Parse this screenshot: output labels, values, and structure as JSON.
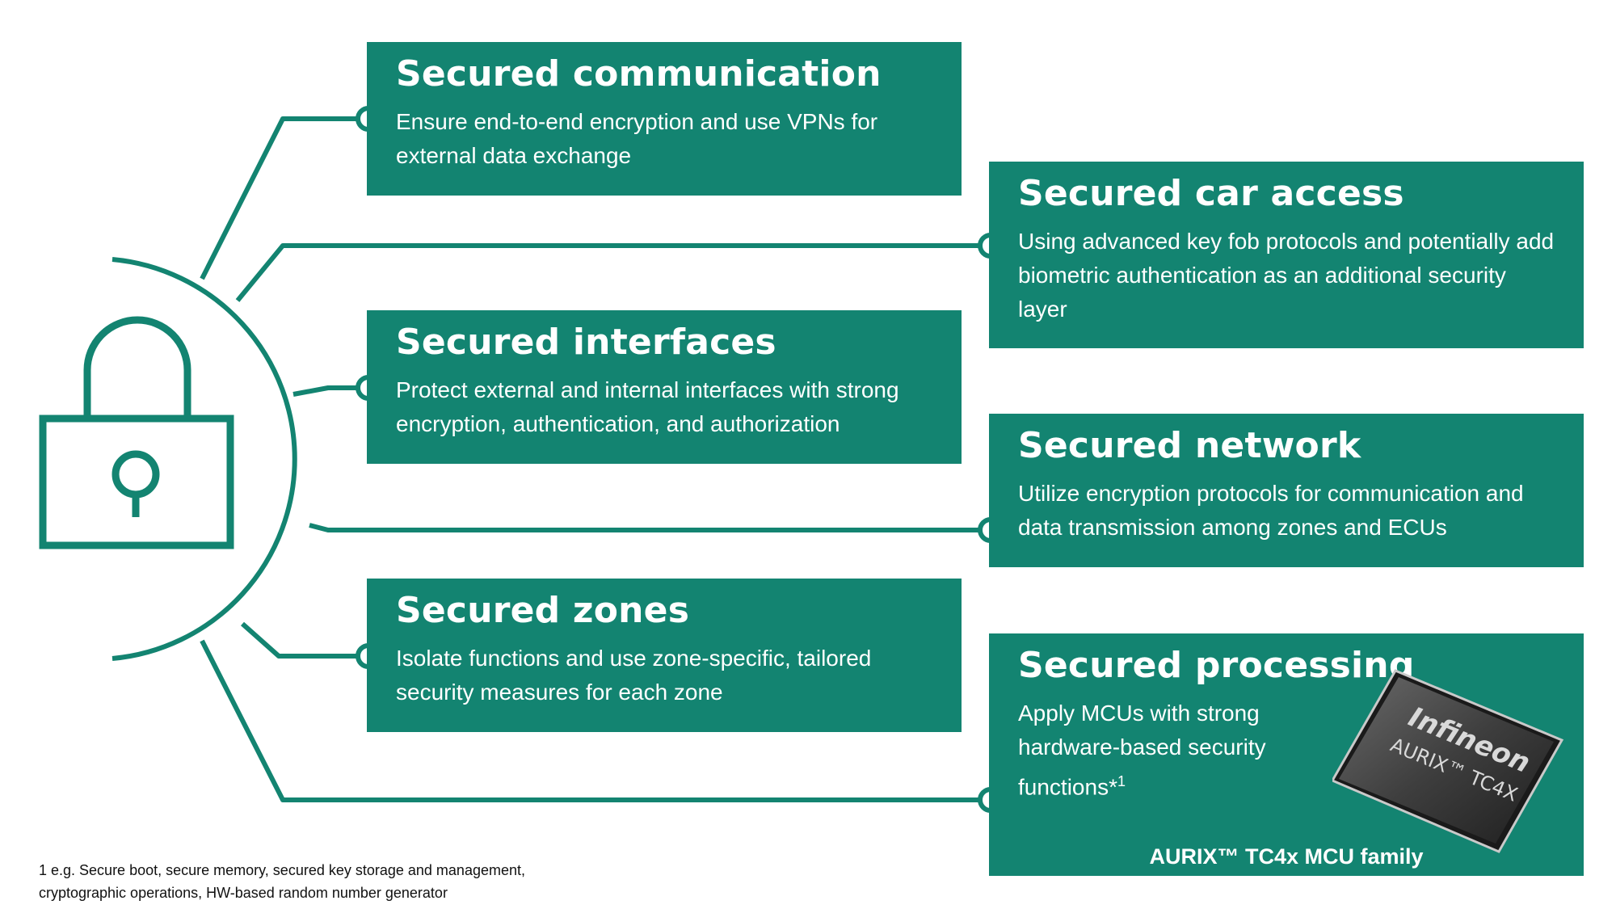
{
  "colors": {
    "accent": "#138471",
    "background": "#ffffff",
    "text_on_accent": "#ffffff"
  },
  "icons": {
    "lock": "padlock-icon",
    "chip": "microcontroller-chip-icon"
  },
  "cards": [
    {
      "id": "communication",
      "title": "Secured communication",
      "description": "Ensure end-to-end encryption and use VPNs for external data exchange"
    },
    {
      "id": "car-access",
      "title": "Secured car access",
      "description": "Using advanced key fob protocols and potentially add biometric authentication as an additional security layer"
    },
    {
      "id": "interfaces",
      "title": "Secured interfaces",
      "description": "Protect external and internal interfaces with strong encryption, authentication, and authorization"
    },
    {
      "id": "network",
      "title": "Secured network",
      "description": "Utilize encryption protocols for communication and data transmission among zones and ECUs"
    },
    {
      "id": "zones",
      "title": "Secured zones",
      "description": "Isolate functions and use zone-specific, tailored security measures for each zone"
    },
    {
      "id": "processing",
      "title": "Secured processing",
      "description": "Apply MCUs with strong hardware-based security functions*",
      "footnote_marker": "1",
      "chip_brand": "Infineon",
      "chip_model": "AURIX™ TC4X",
      "caption": "AURIX™ TC4x MCU family"
    }
  ],
  "footnote": {
    "line1": "1 e.g. Secure boot, secure memory, secured key storage and management,",
    "line2": "cryptographic operations, HW-based random number generator"
  }
}
